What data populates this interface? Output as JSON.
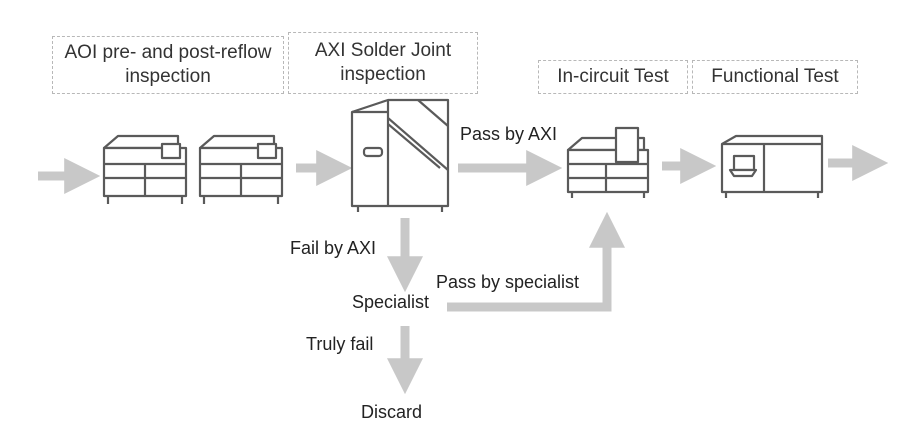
{
  "stages": {
    "aoi": "AOI pre- and post-reflow inspection",
    "axi": "AXI Solder Joint inspection",
    "ict": "In-circuit Test",
    "functional": "Functional Test"
  },
  "flow": {
    "pass_axi": "Pass by AXI",
    "fail_axi": "Fail by AXI",
    "specialist": "Specialist",
    "pass_specialist": "Pass by specialist",
    "truly_fail": "Truly fail",
    "discard": "Discard"
  },
  "colors": {
    "arrow": "#c8c8c8",
    "machine_stroke": "#5a5a5a",
    "box_border": "#b8b8b8"
  }
}
